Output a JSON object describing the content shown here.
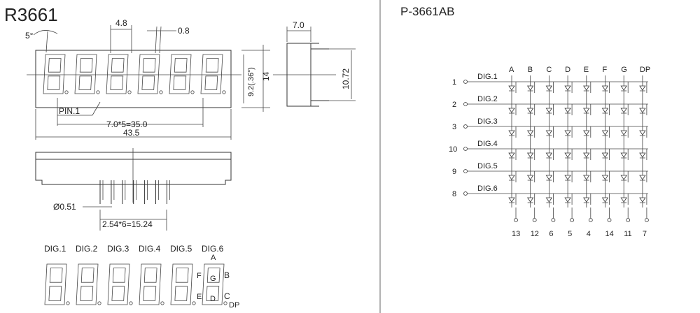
{
  "left": {
    "title": "R3661",
    "dims": {
      "angle": "5°",
      "seg_width": "4.8",
      "seg_thick": "0.8",
      "depth": "7.0",
      "digit_height": "9.2(.36\")",
      "height": "14",
      "pin_span_height": "10.72",
      "pitch": "7.0*5=35.0",
      "width": "43.5",
      "pin_dia": "Ø0.51",
      "pin_pitch": "2.54*6=15.24"
    },
    "pin1_label": "PIN.1",
    "digit_labels": [
      "DIG.1",
      "DIG.2",
      "DIG.3",
      "DIG.4",
      "DIG.5",
      "DIG.6"
    ],
    "segment_labels": {
      "a": "A",
      "b": "B",
      "c": "C",
      "d": "D",
      "e": "E",
      "f": "F",
      "g": "G",
      "dp": "DP"
    }
  },
  "right": {
    "title": "P-3661AB",
    "columns": [
      "A",
      "B",
      "C",
      "D",
      "E",
      "F",
      "G",
      "DP"
    ],
    "rows": [
      {
        "pin": "1",
        "label": "DIG.1"
      },
      {
        "pin": "2",
        "label": "DIG.2"
      },
      {
        "pin": "3",
        "label": "DIG.3"
      },
      {
        "pin": "10",
        "label": "DIG.4"
      },
      {
        "pin": "9",
        "label": "DIG.5"
      },
      {
        "pin": "8",
        "label": "DIG.6"
      }
    ],
    "bottom_pins": [
      "13",
      "12",
      "6",
      "5",
      "4",
      "14",
      "11",
      "7"
    ]
  }
}
